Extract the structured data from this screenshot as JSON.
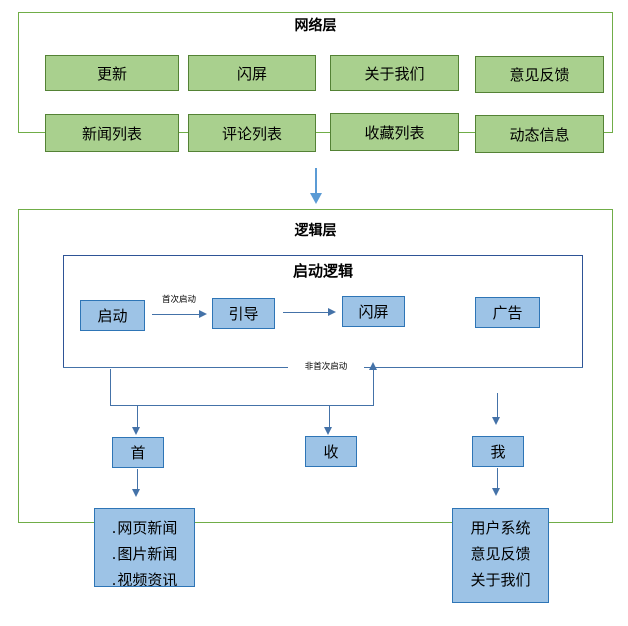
{
  "diagram": {
    "title": "App Architecture Layer Diagram",
    "colors": {
      "layer_border_green": "#70AD47",
      "inner_border_blue": "#2E5496",
      "node_green_fill": "#A9D08E",
      "node_green_border": "#548235",
      "node_blue_fill": "#9DC3E6",
      "node_blue_border": "#2E75B6",
      "connector": "#4472A8",
      "big_arrow": "#5B9BD5"
    },
    "network_layer": {
      "title": "网络层",
      "row1": [
        {
          "label": "更新"
        },
        {
          "label": "闪屏"
        },
        {
          "label": "关于我们"
        },
        {
          "label": "意见反馈"
        }
      ],
      "row2": [
        {
          "label": "新闻列表"
        },
        {
          "label": "评论列表"
        },
        {
          "label": "收藏列表"
        },
        {
          "label": "动态信息"
        }
      ]
    },
    "logic_layer": {
      "title": "逻辑层",
      "startup_logic": {
        "title": "启动逻辑",
        "nodes": [
          {
            "label": "启动"
          },
          {
            "label": "引导"
          },
          {
            "label": "闪屏"
          },
          {
            "label": "广告"
          }
        ],
        "edge_labels": {
          "first_launch": "首次启动",
          "not_first_launch": "非首次启动"
        }
      },
      "tabs": [
        {
          "label": "首"
        },
        {
          "label": "收"
        },
        {
          "label": "我"
        }
      ],
      "home_detail": {
        "lines": [
          "网页新闻",
          "图片新闻",
          "视频资讯"
        ]
      },
      "mine_detail": {
        "lines": [
          "用户系统",
          "意见反馈",
          "关于我们"
        ]
      }
    }
  }
}
